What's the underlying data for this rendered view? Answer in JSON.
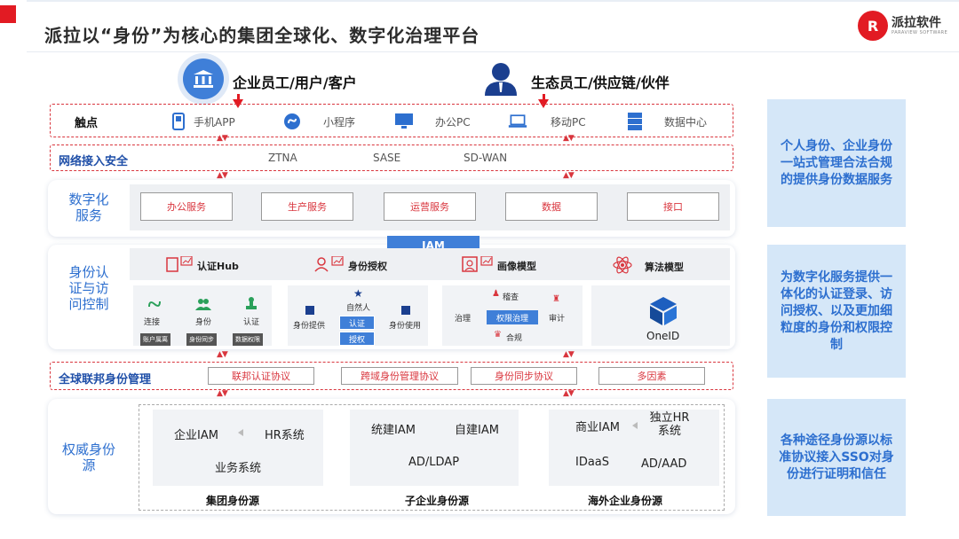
{
  "title": "派拉以“身份”为核心的集团全球化、数字化治理平台",
  "logo": {
    "text": "派拉软件",
    "sub": "PARAVIEW SOFTWARE"
  },
  "audiences": {
    "enterprise": "企业员工/用户/客户",
    "ecosystem": "生态员工/供应链/伙伴"
  },
  "touchpoints": {
    "label": "触点",
    "items": [
      "手机APP",
      "小程序",
      "办公PC",
      "移动PC",
      "数据中心"
    ]
  },
  "network": {
    "label": "网络接入安全",
    "items": [
      "ZTNA",
      "SASE",
      "SD-WAN"
    ]
  },
  "digital": {
    "label": "数字化服务",
    "items": [
      "办公服务",
      "生产服务",
      "运营服务",
      "数据",
      "接口"
    ]
  },
  "identity": {
    "label": "身份认证与访问控制",
    "iam": "IAM",
    "headers": [
      "认证Hub",
      "身份授权",
      "画像模型",
      "算法模型"
    ],
    "hub": {
      "items": [
        "连接",
        "身份",
        "认证"
      ],
      "tags": [
        "账户属离",
        "身份同步",
        "数据权限"
      ]
    },
    "authz": {
      "top": "自然人",
      "left": "身份提供",
      "right": "身份使用",
      "center1": "认证",
      "center2": "授权"
    },
    "profile": {
      "top": "稽查",
      "left": "治理",
      "center": "权限治理",
      "right": "审计",
      "bottom": "合规"
    },
    "oneid": "OneID"
  },
  "federation": {
    "label": "全球联邦身份管理",
    "items": [
      "联邦认证协议",
      "跨域身份管理协议",
      "身份同步协议",
      "多因素"
    ]
  },
  "sources": {
    "label": "权威身份源",
    "group": {
      "items": [
        "企业IAM",
        "HR系统",
        "业务系统"
      ],
      "caption": "集团身份源"
    },
    "sub": {
      "items": [
        "统建IAM",
        "自建IAM",
        "AD/LDAP"
      ],
      "caption": "子企业身份源"
    },
    "overseas": {
      "items": [
        "商业IAM",
        "独立HR系统",
        "IDaaS",
        "AD/AAD"
      ],
      "caption": "海外企业身份源"
    }
  },
  "side": [
    "个人身份、企业身份一站式管理合法合规的提供身份数据服务",
    "为数字化服务提供一体化的认证登录、访问授权、以及更加细粒度的身份和权限控制",
    "各种途径身份源以标准协议接入SSO对身份进行证明和信任"
  ],
  "colors": {
    "accent_red": "#e21b23",
    "blue": "#3f7fd8",
    "side_bg": "#d5e7f8"
  }
}
